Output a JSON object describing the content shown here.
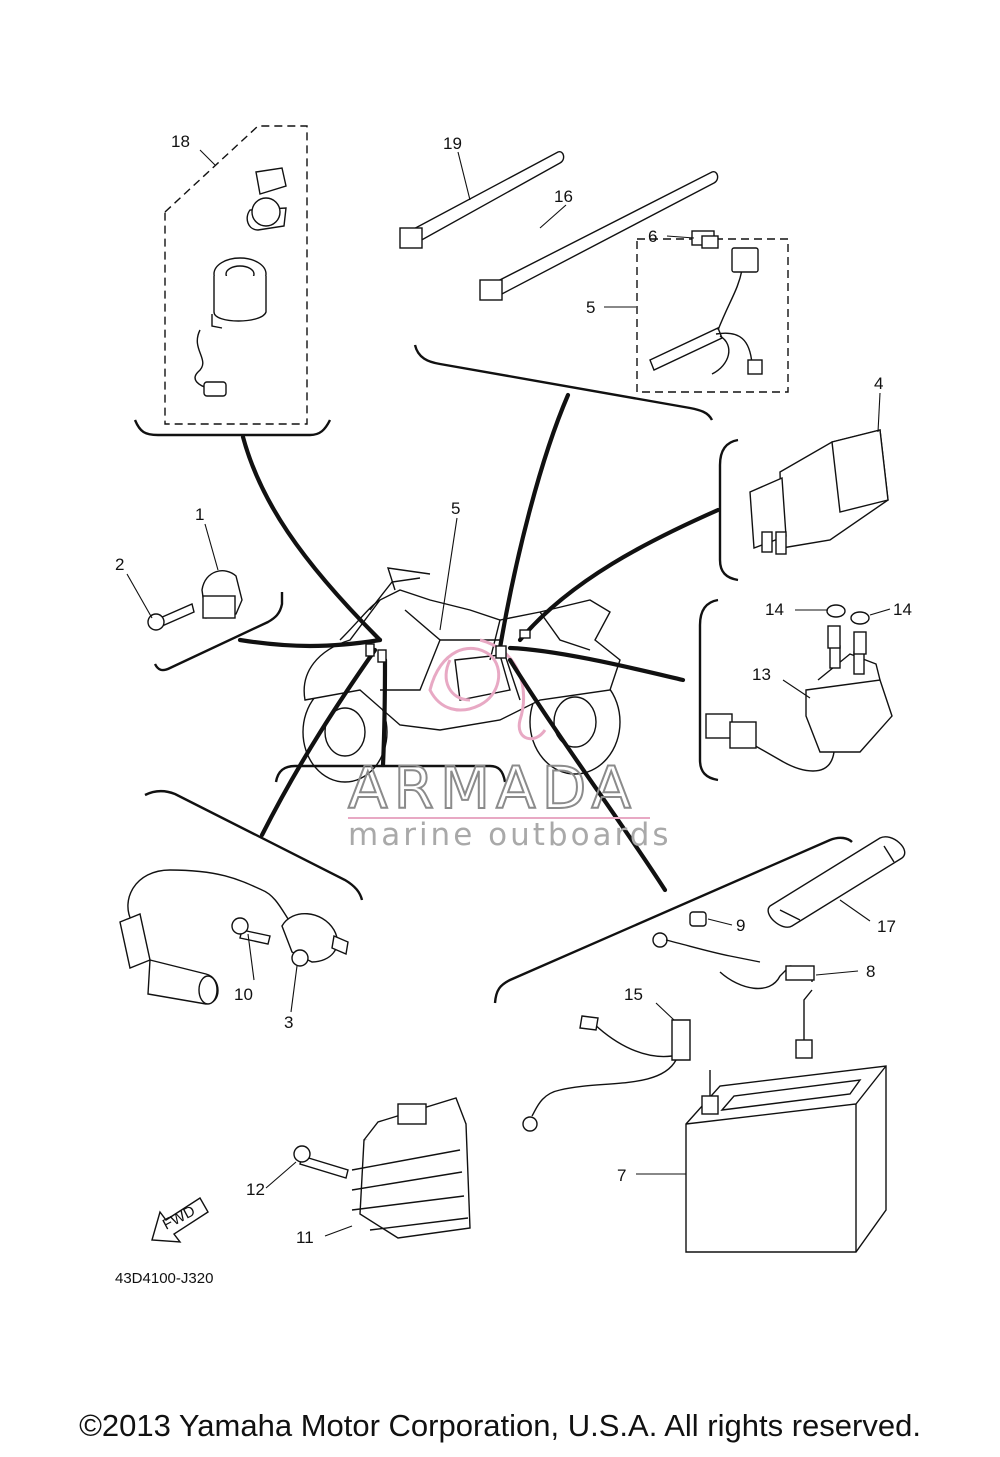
{
  "diagram": {
    "code": "43D4100-J320",
    "watermark": {
      "brand": "ARMADA",
      "tagline": "marine outboards",
      "color": "#e8a9c4"
    },
    "fwd_label": "FWD",
    "callouts": [
      {
        "id": "c1",
        "num": "1"
      },
      {
        "id": "c2",
        "num": "2"
      },
      {
        "id": "c3",
        "num": "3"
      },
      {
        "id": "c4",
        "num": "4"
      },
      {
        "id": "c5a",
        "num": "5"
      },
      {
        "id": "c5b",
        "num": "5"
      },
      {
        "id": "c6",
        "num": "6"
      },
      {
        "id": "c7",
        "num": "7"
      },
      {
        "id": "c8",
        "num": "8"
      },
      {
        "id": "c9",
        "num": "9"
      },
      {
        "id": "c10",
        "num": "10"
      },
      {
        "id": "c11",
        "num": "11"
      },
      {
        "id": "c12",
        "num": "12"
      },
      {
        "id": "c13",
        "num": "13"
      },
      {
        "id": "c14a",
        "num": "14"
      },
      {
        "id": "c14b",
        "num": "14"
      },
      {
        "id": "c15",
        "num": "15"
      },
      {
        "id": "c16",
        "num": "16"
      },
      {
        "id": "c17",
        "num": "17"
      },
      {
        "id": "c18",
        "num": "18"
      },
      {
        "id": "c19",
        "num": "19"
      }
    ]
  },
  "footer": {
    "copyright": "©2013 Yamaha Motor Corporation, U.S.A. All rights reserved."
  }
}
